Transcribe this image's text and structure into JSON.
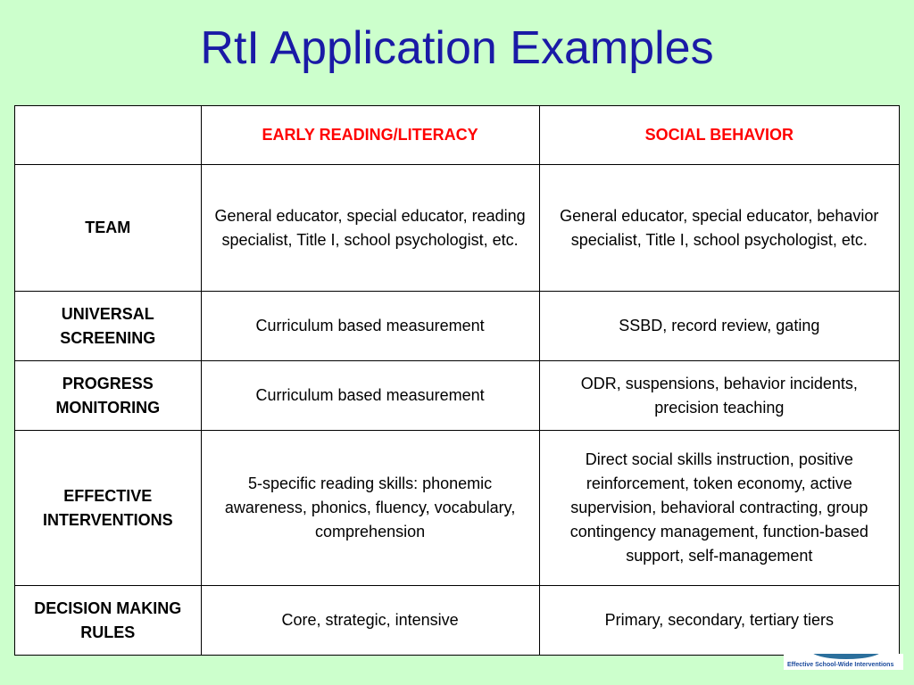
{
  "slide": {
    "title": "RtI Application Examples"
  },
  "table": {
    "corner": "",
    "columns": [
      "EARLY READING/LITERACY",
      "SOCIAL BEHAVIOR"
    ],
    "rows": [
      {
        "label": "TEAM",
        "reading": "General educator, special educator, reading specialist, Title I, school psychologist, etc.",
        "behavior": "General educator, special educator, behavior specialist, Title I, school psychologist, etc."
      },
      {
        "label": "UNIVERSAL SCREENING",
        "reading": "Curriculum based measurement",
        "behavior": "SSBD, record review, gating"
      },
      {
        "label": "PROGRESS MONITORING",
        "reading": "Curriculum based measurement",
        "behavior": "ODR, suspensions, behavior incidents, precision teaching"
      },
      {
        "label": "EFFECTIVE INTERVENTIONS",
        "reading": "5-specific reading skills: phonemic awareness, phonics, fluency, vocabulary, comprehension",
        "behavior": "Direct social skills instruction, positive reinforcement, token economy, active supervision, behavioral contracting, group contingency management, function-based support, self-management"
      },
      {
        "label": "DECISION MAKING RULES",
        "reading": "Core, strategic, intensive",
        "behavior": "Primary, secondary, tertiary tiers"
      }
    ]
  },
  "logo": {
    "text": "Effective School-Wide Interventions"
  },
  "colors": {
    "background": "#ccffcc",
    "title": "#1a1aa6",
    "column_header": "#ff0000"
  }
}
